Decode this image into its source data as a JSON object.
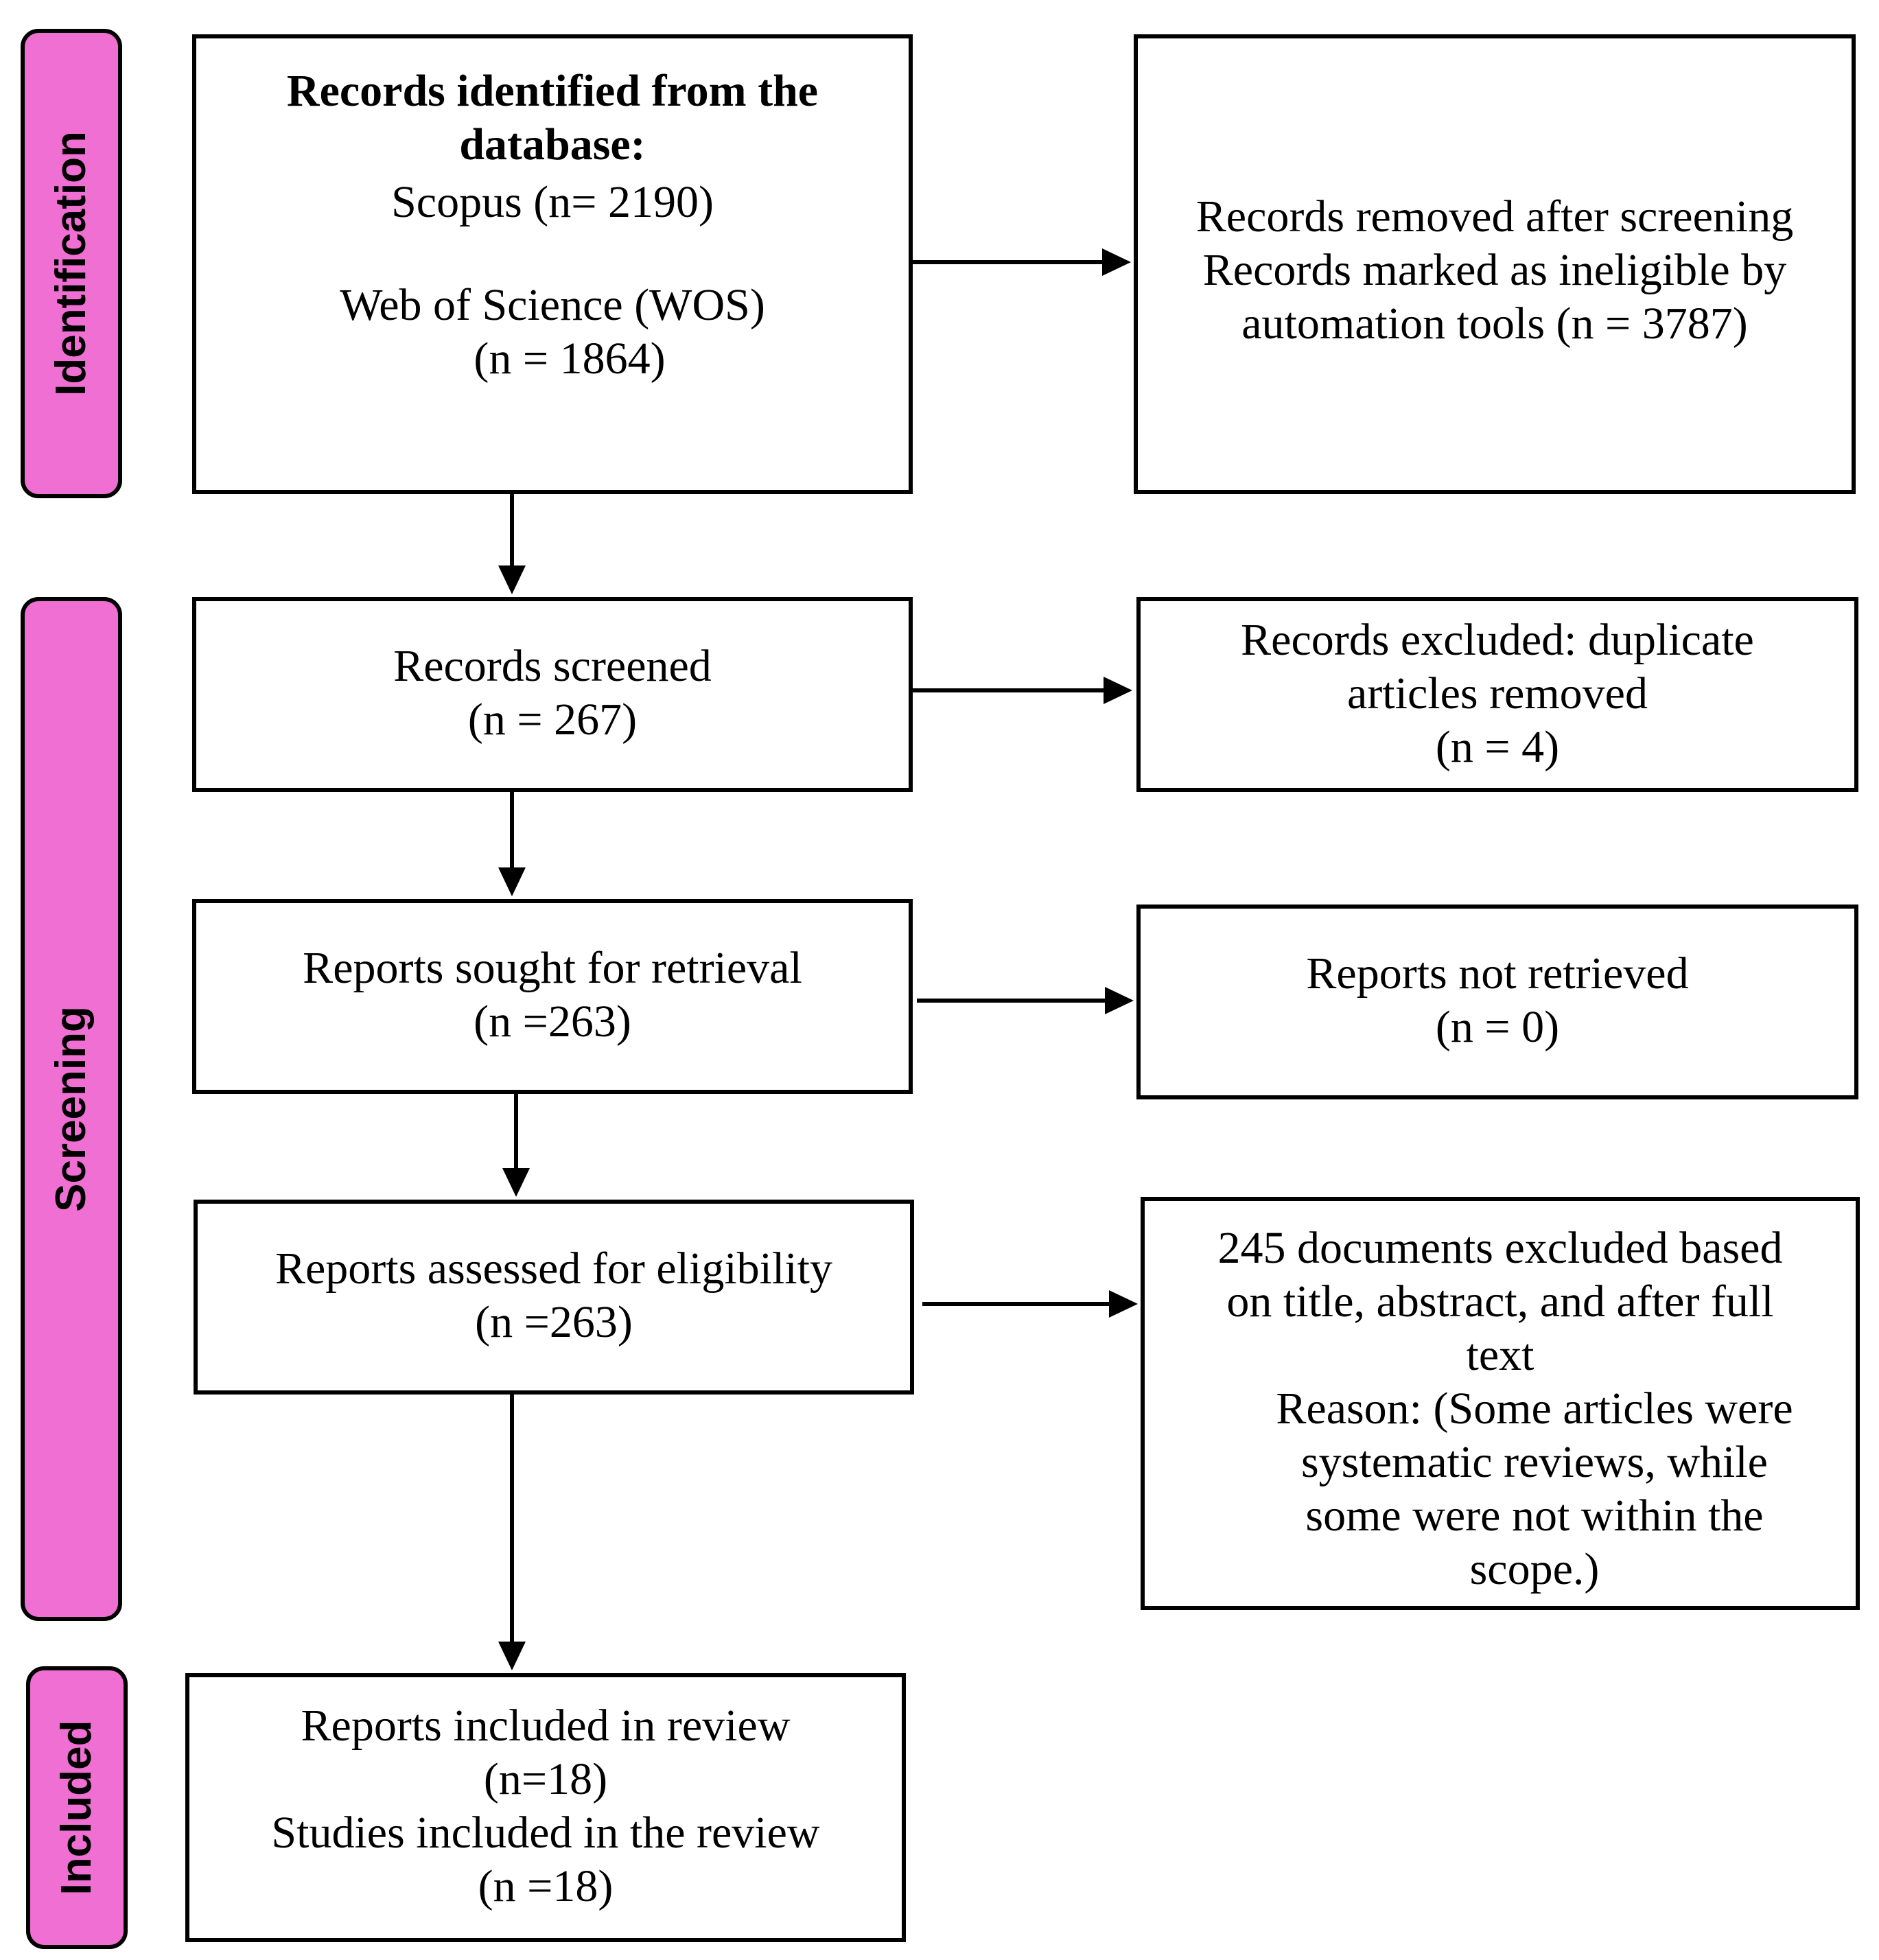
{
  "phases": {
    "identification": "Identification",
    "screening": "Screening",
    "included": "Included"
  },
  "identified": {
    "title_line1": "Records identified from the",
    "title_line2": "database:",
    "scopus": "Scopus (n= 2190)",
    "wos_line1": "Web of Science (WOS)",
    "wos_line2": "(n = 1864)"
  },
  "removed": {
    "line1": "Records removed after screening",
    "line2": "Records marked as ineligible by",
    "line3": "automation tools (n = 3787)"
  },
  "screened": {
    "line1": "Records screened",
    "line2": "(n = 267)"
  },
  "excluded_duplicates": {
    "line1": "Records excluded: duplicate",
    "line2": "articles removed",
    "line3": "(n = 4)"
  },
  "sought": {
    "line1": "Reports sought for retrieval",
    "line2": "(n =263)"
  },
  "not_retrieved": {
    "line1": "Reports not retrieved",
    "line2": "(n = 0)"
  },
  "assessed": {
    "line1": "Reports assessed for eligibility",
    "line2": "(n =263)"
  },
  "excluded_fulltext": {
    "line1": "245 documents excluded based",
    "line2": "on title, abstract, and after full",
    "line3": "text",
    "line4": "Reason: (Some articles were",
    "line5": "systematic reviews, while",
    "line6": "some were not within the",
    "line7": "scope.)"
  },
  "included": {
    "line1": "Reports included in review",
    "line2": "(n=18)",
    "line3": "Studies included in the review",
    "line4": "(n =18)"
  },
  "colors": {
    "phase_fill": "#f06fd2",
    "stroke": "#000000"
  }
}
